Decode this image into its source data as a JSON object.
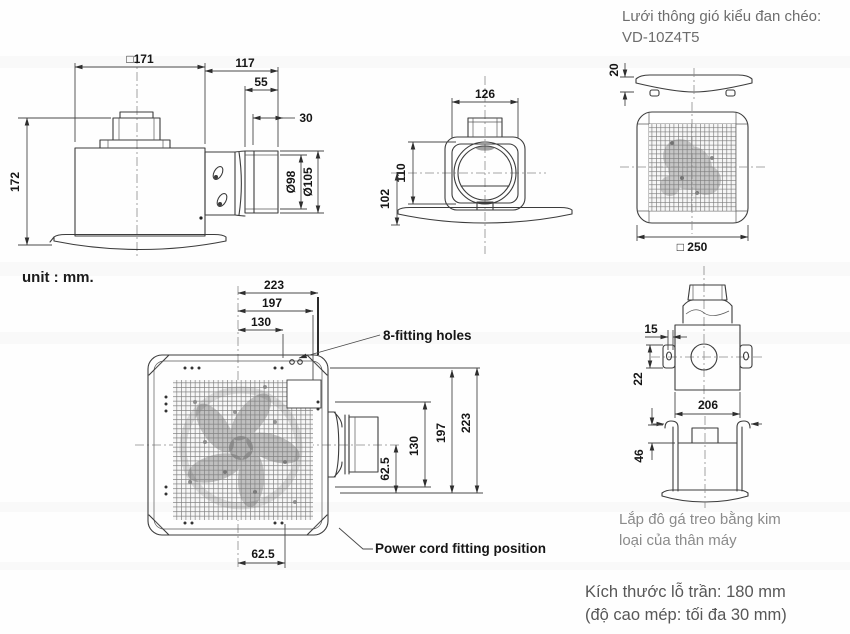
{
  "header": {
    "line1": "Lưới thông gió kiểu đan chéo:",
    "line2": "VD-10Z4T5"
  },
  "unit": {
    "label": "unit : mm."
  },
  "side": {
    "w": "□171",
    "len": "117",
    "l55": "55",
    "l30": "30",
    "h": "172",
    "dia_inner": "Ø98",
    "dia_outer": "Ø105"
  },
  "front": {
    "w": "126",
    "opening": "110",
    "h": "102"
  },
  "grille": {
    "t": "20",
    "size": "□ 250"
  },
  "plan": {
    "t223": "223",
    "t197": "197",
    "t130": "130",
    "r223": "223",
    "r197": "197",
    "r130": "130",
    "r62": "62.5",
    "b62": "62.5",
    "fitting": "8-fitting holes",
    "power": "Power cord fitting position"
  },
  "bracket": {
    "d15": "15",
    "d22": "22",
    "d206": "206",
    "d46": "46"
  },
  "notes": {
    "hanger1": "Lắp đô gá treo bằng kim",
    "hanger2": "loại của thân máy",
    "ceiling1": "Kích thước lỗ trần: 180 mm",
    "ceiling2": "(độ cao mép: tối đa 30 mm)"
  }
}
